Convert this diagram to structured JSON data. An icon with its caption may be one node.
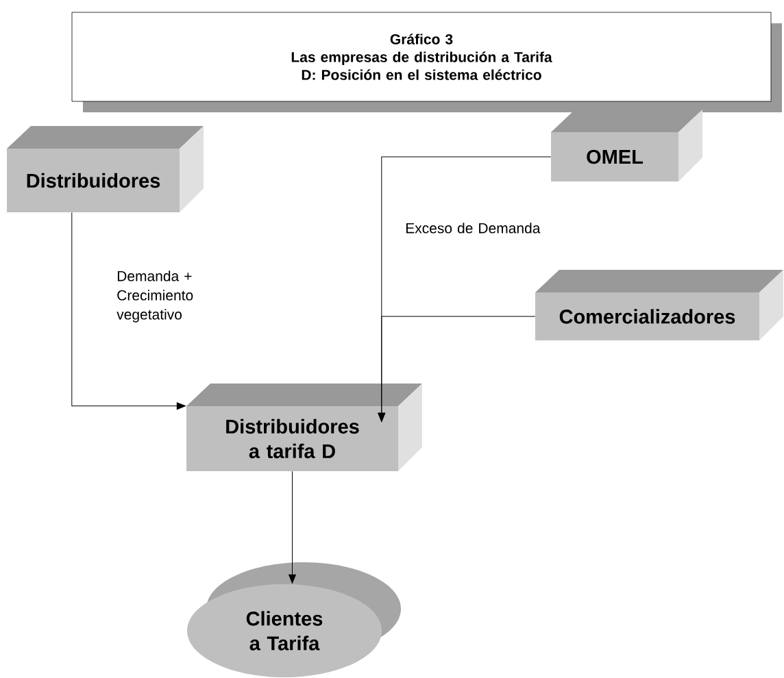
{
  "diagram": {
    "nodes": [
      {
        "text": [
          "Gráfico 3",
          "Las empresas de distribución a Tarifa D: Posición en el sistema eléctrico"
        ]
      },
      {
        "text": [
          "Distribuidores"
        ]
      },
      {
        "text": [
          "OMEL"
        ]
      },
      {
        "text": [
          "Comercializadores"
        ]
      },
      {
        "text": [
          "Distribuidores a tarifa D"
        ]
      },
      {
        "text": [
          "Clientes a Tarifa"
        ]
      }
    ],
    "edges": [
      {
        "from": 1,
        "to": 4,
        "arrow": "to",
        "label": "Demanda + Crecimiento vegetativo"
      },
      {
        "from": 2,
        "to": 4,
        "arrow": "to",
        "label": "Exceso de Demanda"
      },
      {
        "from": 3,
        "to": 4,
        "arrow": "to"
      },
      {
        "from": 4,
        "to": 5,
        "arrow": "to"
      }
    ]
  }
}
